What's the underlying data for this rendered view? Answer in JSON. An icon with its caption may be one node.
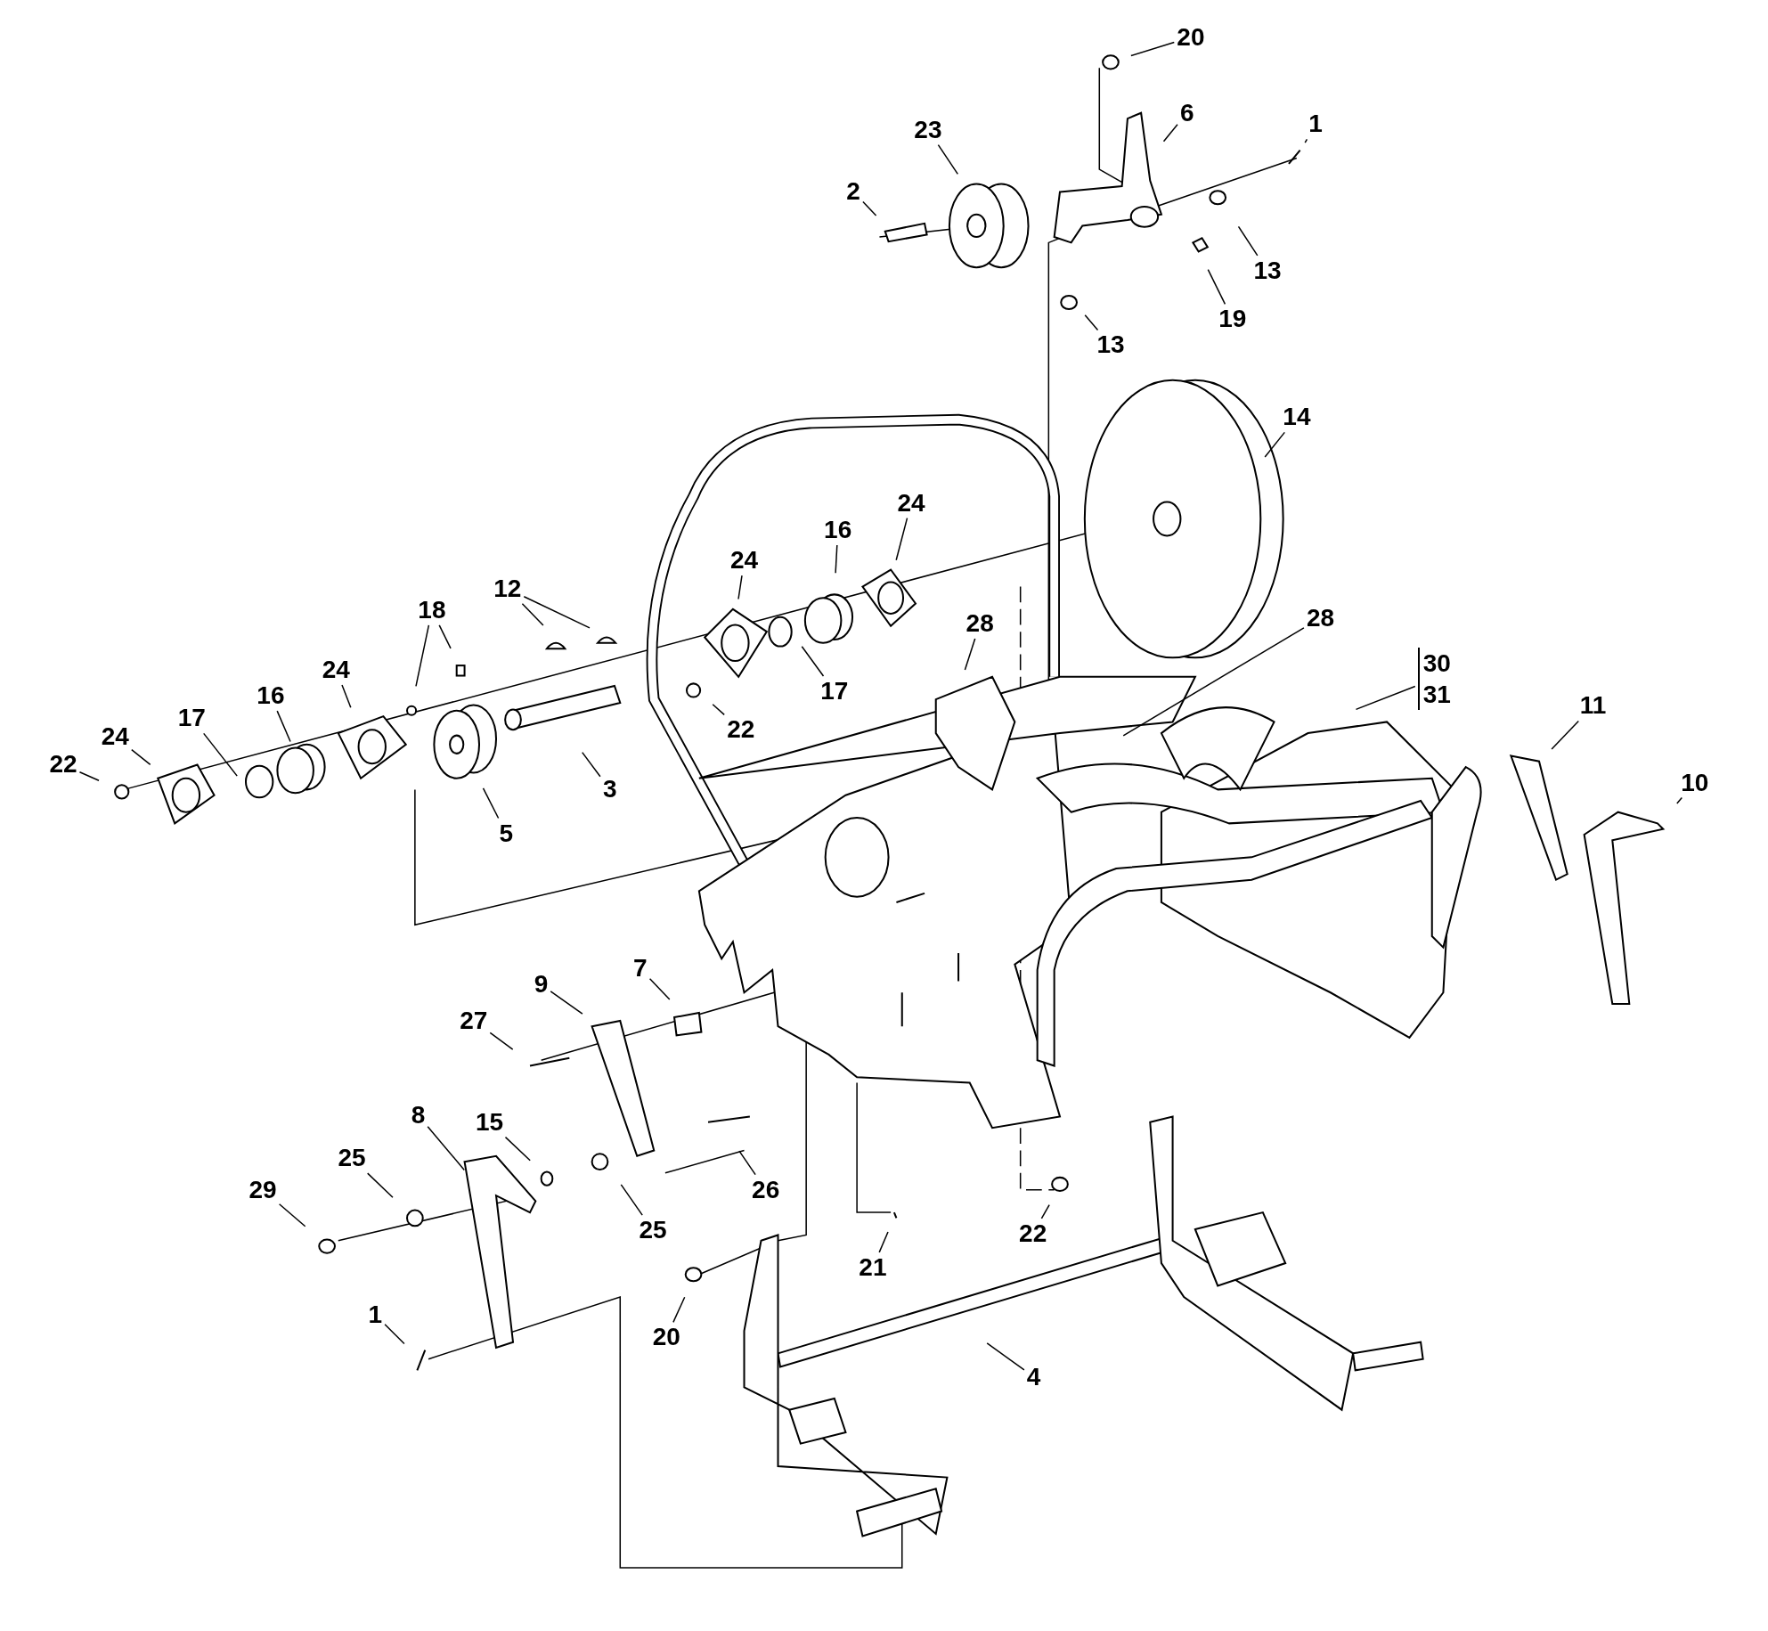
{
  "diagram": {
    "nodes": [
      {
        "text": [
          "20"
        ]
      },
      {
        "text": [
          "6"
        ]
      },
      {
        "text": [
          "1"
        ]
      },
      {
        "text": [
          "23"
        ]
      },
      {
        "text": [
          "2"
        ]
      },
      {
        "text": [
          "13"
        ]
      },
      {
        "text": [
          "19"
        ]
      },
      {
        "text": [
          "13"
        ]
      },
      {
        "text": [
          "14"
        ]
      },
      {
        "text": [
          "16"
        ]
      },
      {
        "text": [
          "24"
        ]
      },
      {
        "text": [
          "24"
        ]
      },
      {
        "text": [
          "12"
        ]
      },
      {
        "text": [
          "18"
        ]
      },
      {
        "text": [
          "17"
        ]
      },
      {
        "text": [
          "22"
        ]
      },
      {
        "text": [
          "28"
        ]
      },
      {
        "text": [
          "28"
        ]
      },
      {
        "text": [
          "30",
          "31"
        ]
      },
      {
        "text": [
          "22"
        ]
      },
      {
        "text": [
          "24"
        ]
      },
      {
        "text": [
          "17"
        ]
      },
      {
        "text": [
          "16"
        ]
      },
      {
        "text": [
          "24"
        ]
      },
      {
        "text": [
          "3"
        ]
      },
      {
        "text": [
          "5"
        ]
      },
      {
        "text": [
          "11"
        ]
      },
      {
        "text": [
          "10"
        ]
      },
      {
        "text": [
          "7"
        ]
      },
      {
        "text": [
          "9"
        ]
      },
      {
        "text": [
          "27"
        ]
      },
      {
        "text": [
          "8"
        ]
      },
      {
        "text": [
          "15"
        ]
      },
      {
        "text": [
          "26"
        ]
      },
      {
        "text": [
          "25"
        ]
      },
      {
        "text": [
          "29"
        ]
      },
      {
        "text": [
          "25"
        ]
      },
      {
        "text": [
          "21"
        ]
      },
      {
        "text": [
          "22"
        ]
      },
      {
        "text": [
          "20"
        ]
      },
      {
        "text": [
          "4"
        ]
      },
      {
        "text": [
          "1"
        ]
      }
    ],
    "edges": [
      {
        "from": 0,
        "to": null,
        "arrow": "none"
      },
      {
        "from": 1,
        "to": null,
        "arrow": "none"
      },
      {
        "from": 2,
        "to": null,
        "arrow": "none"
      },
      {
        "from": 3,
        "to": null,
        "arrow": "none"
      },
      {
        "from": 4,
        "to": null,
        "arrow": "none"
      },
      {
        "from": 5,
        "to": null,
        "arrow": "none"
      },
      {
        "from": 6,
        "to": null,
        "arrow": "none"
      },
      {
        "from": 7,
        "to": null,
        "arrow": "none"
      },
      {
        "from": 8,
        "to": null,
        "arrow": "none"
      },
      {
        "from": 9,
        "to": null,
        "arrow": "none"
      },
      {
        "from": 10,
        "to": null,
        "arrow": "none"
      },
      {
        "from": 11,
        "to": null,
        "arrow": "none"
      },
      {
        "from": 12,
        "to": null,
        "arrow": "none"
      },
      {
        "from": 12,
        "to": null,
        "arrow": "none"
      },
      {
        "from": 13,
        "to": null,
        "arrow": "none"
      },
      {
        "from": 13,
        "to": null,
        "arrow": "none"
      },
      {
        "from": 14,
        "to": null,
        "arrow": "none"
      },
      {
        "from": 15,
        "to": null,
        "arrow": "none"
      },
      {
        "from": 16,
        "to": null,
        "arrow": "none"
      },
      {
        "from": 17,
        "to": null,
        "arrow": "none"
      },
      {
        "from": 18,
        "to": null,
        "arrow": "none"
      },
      {
        "from": 19,
        "to": null,
        "arrow": "none"
      },
      {
        "from": 20,
        "to": null,
        "arrow": "none"
      },
      {
        "from": 21,
        "to": null,
        "arrow": "none"
      },
      {
        "from": 22,
        "to": null,
        "arrow": "none"
      },
      {
        "from": 23,
        "to": null,
        "arrow": "none"
      },
      {
        "from": 24,
        "to": null,
        "arrow": "none"
      },
      {
        "from": 25,
        "to": null,
        "arrow": "none"
      },
      {
        "from": 26,
        "to": null,
        "arrow": "none"
      },
      {
        "from": 27,
        "to": null,
        "arrow": "none"
      },
      {
        "from": 28,
        "to": null,
        "arrow": "none"
      },
      {
        "from": 29,
        "to": null,
        "arrow": "none"
      },
      {
        "from": 30,
        "to": null,
        "arrow": "none"
      },
      {
        "from": 31,
        "to": null,
        "arrow": "none"
      },
      {
        "from": 32,
        "to": null,
        "arrow": "none"
      },
      {
        "from": 33,
        "to": null,
        "arrow": "none"
      },
      {
        "from": 34,
        "to": null,
        "arrow": "none"
      },
      {
        "from": 35,
        "to": null,
        "arrow": "none"
      },
      {
        "from": 36,
        "to": null,
        "arrow": "none"
      },
      {
        "from": 37,
        "to": null,
        "arrow": "none"
      },
      {
        "from": 38,
        "to": null,
        "arrow": "none"
      },
      {
        "from": 39,
        "to": null,
        "arrow": "none"
      },
      {
        "from": 40,
        "to": null,
        "arrow": "none"
      },
      {
        "from": 41,
        "to": null,
        "arrow": "none"
      }
    ]
  }
}
